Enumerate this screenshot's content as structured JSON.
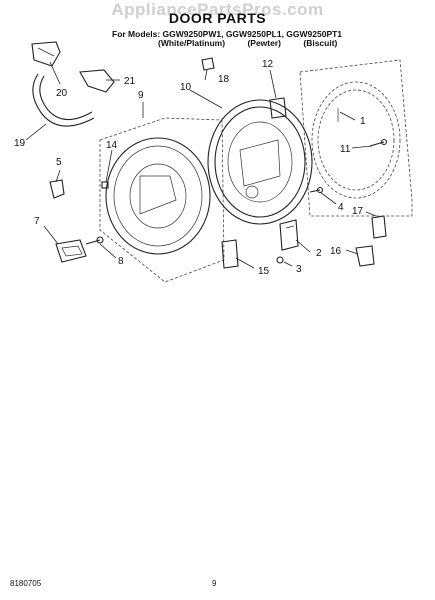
{
  "header": {
    "watermark": "AppliancePartsPros.com",
    "title": "DOOR PARTS",
    "models_line": "For Models: GGW9250PW1, GGW9250PL1, GGW9250PT1",
    "variants": [
      "(White/Platinum)",
      "(Pewter)",
      "(Biscuit)"
    ]
  },
  "callouts": [
    {
      "id": "c1",
      "text": "1"
    },
    {
      "id": "c2",
      "text": "2"
    },
    {
      "id": "c3",
      "text": "3"
    },
    {
      "id": "c4",
      "text": "4"
    },
    {
      "id": "c5",
      "text": "5"
    },
    {
      "id": "c7",
      "text": "7"
    },
    {
      "id": "c8",
      "text": "8"
    },
    {
      "id": "c9",
      "text": "9"
    },
    {
      "id": "c10",
      "text": "10"
    },
    {
      "id": "c11",
      "text": "11"
    },
    {
      "id": "c12",
      "text": "12"
    },
    {
      "id": "c14",
      "text": "14"
    },
    {
      "id": "c15",
      "text": "15"
    },
    {
      "id": "c16",
      "text": "16"
    },
    {
      "id": "c17",
      "text": "17"
    },
    {
      "id": "c18",
      "text": "18"
    },
    {
      "id": "c19",
      "text": "19"
    },
    {
      "id": "c20",
      "text": "20"
    },
    {
      "id": "c21",
      "text": "21"
    }
  ],
  "footer": {
    "doc_number": "8180705",
    "page_number": "9"
  }
}
